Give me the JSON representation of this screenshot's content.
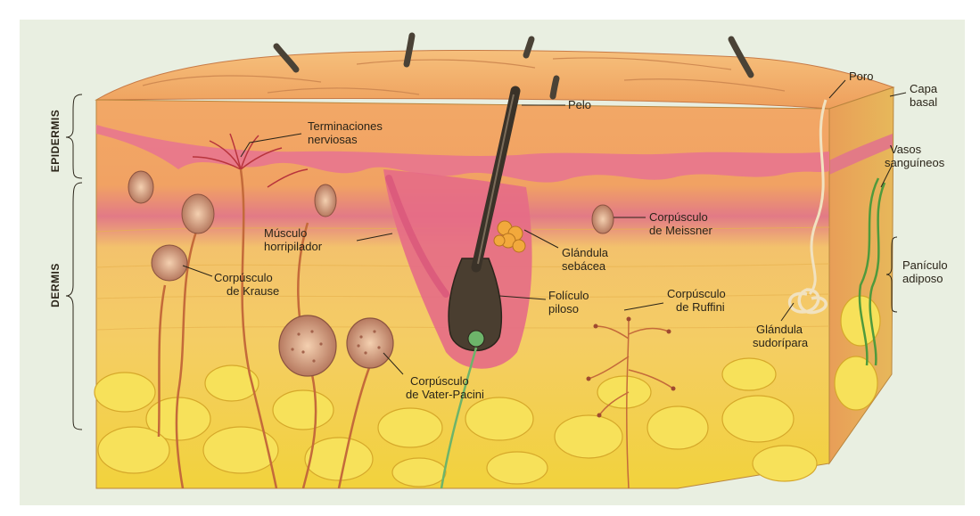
{
  "side_labels": {
    "epidermis": "EPIDERMIS",
    "dermis": "DERMIS"
  },
  "labels": {
    "terminaciones_1": "Terminaciones",
    "terminaciones_2": "nerviosas",
    "pelo": "Pelo",
    "poro": "Poro",
    "capa_basal_1": "Capa",
    "capa_basal_2": "basal",
    "vasos_1": "Vasos",
    "vasos_2": "sanguíneos",
    "musculo_1": "Músculo",
    "musculo_2": "horripilador",
    "meissner_1": "Corpúsculo",
    "meissner_2": "de Meissner",
    "sebacea_1": "Glándula",
    "sebacea_2": "sebácea",
    "paniculo_1": "Panículo",
    "paniculo_2": "adiposo",
    "krause_1": "Corpúsculo",
    "krause_2": "de Krause",
    "foliculo_1": "Folículo",
    "foliculo_2": "piloso",
    "ruffini_1": "Corpúsculo",
    "ruffini_2": "de Ruffini",
    "sudoripara_1": "Glándula",
    "sudoripara_2": "sudorípara",
    "pacini_1": "Corpúsculo",
    "pacini_2": "de Vater-Pacini"
  },
  "colors": {
    "background": "#e9efe1",
    "epidermis_top": "#f3b06d",
    "epidermis_front": "#f0a060",
    "pink_layer": "#e8788c",
    "dermis": "#f3c86a",
    "fat": "#f2d23c",
    "fat_cell": "#f7e15a",
    "side_face": "#e2a84c",
    "hair": "#4a4236",
    "follicle": "#5a4c3a"
  }
}
